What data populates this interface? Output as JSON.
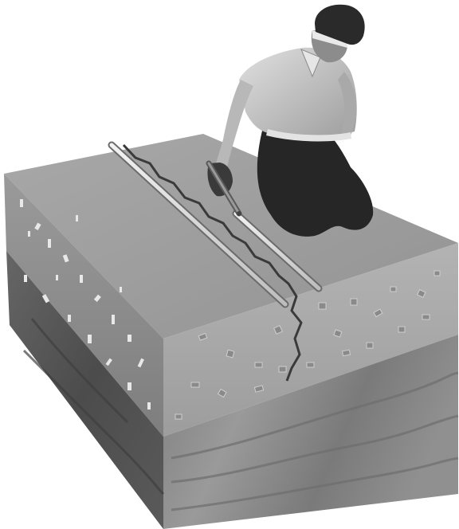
{
  "scene": {
    "subject": "worker-kneeling-on-concrete-slab",
    "tool": "caulking-gun",
    "object": "concrete-slab-cross-section",
    "features": [
      "control-joints",
      "crack",
      "aggregate",
      "subgrade-soil"
    ],
    "colors": {
      "slab_top": "#9c9c9c",
      "slab_left_face": "#8f8f8f",
      "slab_front_face": "#a6a6a6",
      "soil_left": "#5a5a5a",
      "soil_front": "#8a8a8a",
      "shirt": "#cfcfcf",
      "pants": "#232323",
      "cap": "#2a2a2a",
      "skin": "#8c8c8c"
    }
  }
}
